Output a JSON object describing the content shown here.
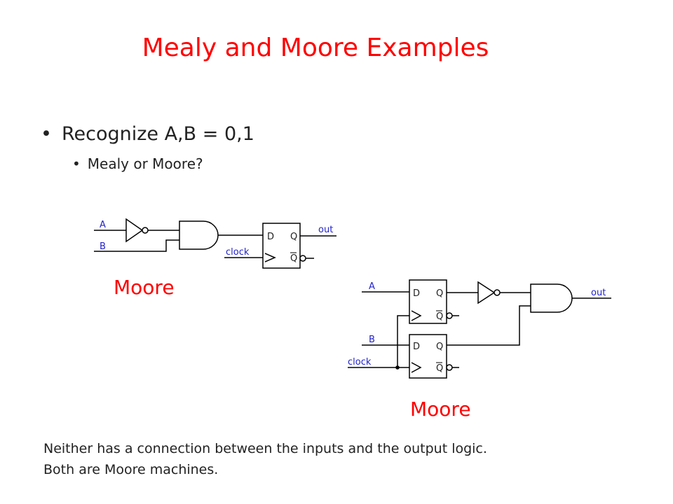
{
  "title": "Mealy and Moore Examples",
  "bullets": {
    "level1": "Recognize A,B = 0,1",
    "level2": "Mealy or Moore?"
  },
  "circuit1": {
    "input_a": "A",
    "input_b": "B",
    "clock": "clock",
    "output": "out",
    "ff_d": "D",
    "ff_q": "Q",
    "ff_qbar": "Q",
    "answer": "Moore"
  },
  "circuit2": {
    "input_a": "A",
    "input_b": "B",
    "clock": "clock",
    "output": "out",
    "ff_d": "D",
    "ff_q": "Q",
    "ff_qbar": "Q",
    "answer": "Moore"
  },
  "note": {
    "line1": "Neither has  a connection between the inputs and the output logic.",
    "line2": "Both are Moore machines."
  },
  "colors": {
    "title": "#ff0000",
    "answer": "#ff0000",
    "wire_label": "#2222cc",
    "wire": "#000000"
  }
}
